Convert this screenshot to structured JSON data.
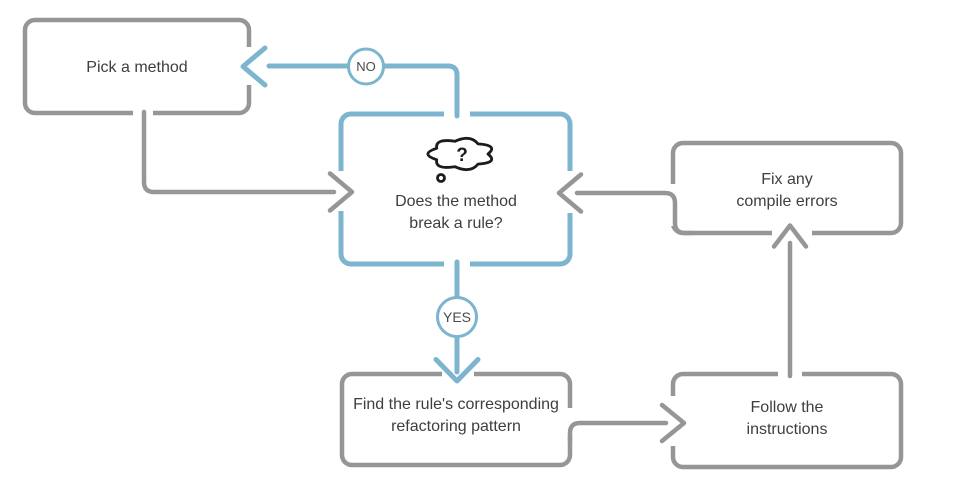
{
  "colors": {
    "box_border_gray": "#969696",
    "accent_blue": "#7cb5cd",
    "text": "#3e3e3e",
    "icon_black": "#1c1c1c",
    "background": "#ffffff"
  },
  "nodes": {
    "pick_method": {
      "label": "Pick a method"
    },
    "decision": {
      "line1": "Does the method",
      "line2": "break a rule?",
      "icon": "thought-bubble-question",
      "icon_glyph": "?"
    },
    "fix_errors": {
      "line1": "Fix any",
      "line2": "compile errors"
    },
    "find_pattern": {
      "line1": "Find the rule's corresponding",
      "line2": "refactoring pattern"
    },
    "follow_instructions": {
      "line1": "Follow the",
      "line2": "instructions"
    }
  },
  "branch_labels": {
    "no": "NO",
    "yes": "YES"
  }
}
